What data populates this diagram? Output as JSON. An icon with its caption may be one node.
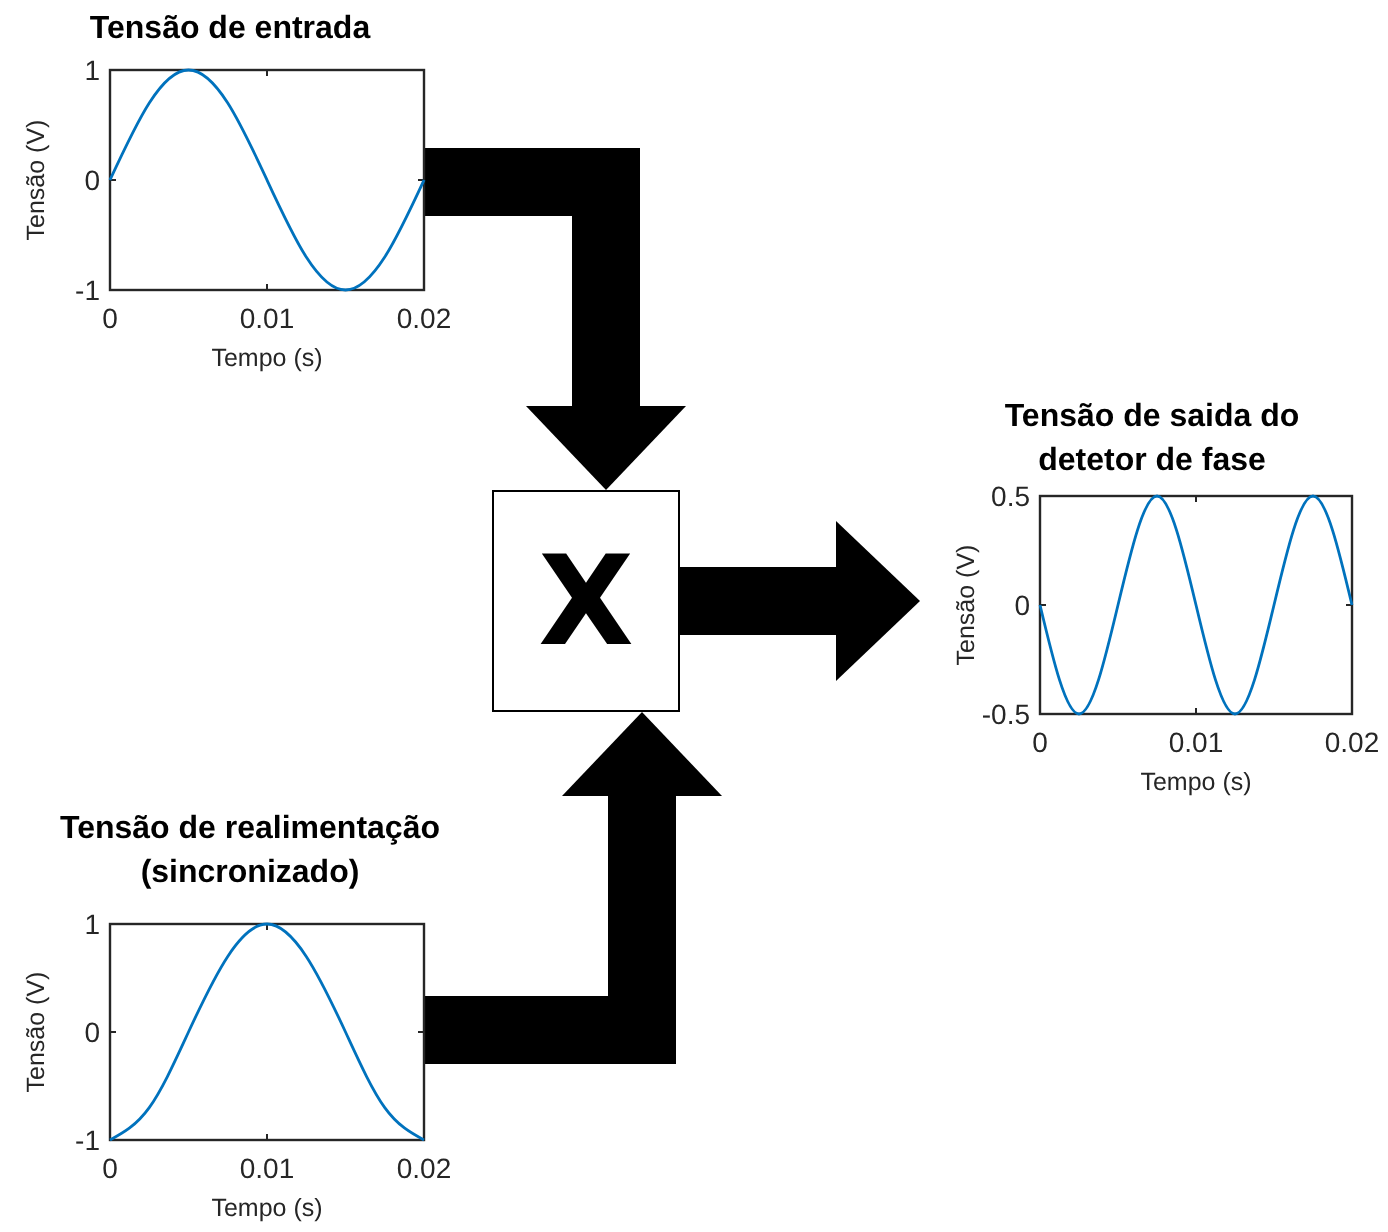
{
  "diagram": {
    "nodes": [
      {
        "text": [
          "Tensão de entrada"
        ]
      },
      {
        "text": [
          "X"
        ]
      },
      {
        "text": [
          "Tensão de saida do detetor de fase"
        ]
      },
      {
        "text": [
          "Tensão de realimentação (sincronizado)"
        ]
      }
    ],
    "edges": [
      {
        "from": 0,
        "to": 1,
        "arrow": "to"
      },
      {
        "from": 3,
        "to": 1,
        "arrow": "to"
      },
      {
        "from": 1,
        "to": 2,
        "arrow": "to"
      }
    ],
    "chart_data": [
      {
        "type": "line",
        "xlabel": "Tempo (s)",
        "ylabel": "Tensão (V)",
        "x": [
          0,
          0.0025,
          0.005,
          0.0075,
          0.01,
          0.0125,
          0.015,
          0.0175,
          0.02
        ],
        "series": [
          {
            "color": "#0072bd",
            "values": [
              0,
              0.7,
              1,
              0.7,
              0,
              -0.7,
              -1,
              -0.7,
              0
            ]
          }
        ],
        "xlim": [
          0,
          0.02
        ],
        "ylim": [
          -1,
          1
        ],
        "xticks": [
          0,
          0.01,
          0.02
        ],
        "yticks": [
          -1,
          0,
          1
        ]
      },
      {
        "type": "line",
        "xlabel": "Tempo (s)",
        "ylabel": "Tensão (V)",
        "x": [
          0,
          0.0025,
          0.005,
          0.0075,
          0.01,
          0.0125,
          0.015,
          0.0175,
          0.02
        ],
        "series": [
          {
            "color": "#0072bd",
            "values": [
              0,
              -0.5,
              0,
              0.5,
              0,
              -0.5,
              0,
              0.5,
              0
            ]
          }
        ],
        "xlim": [
          0,
          0.02
        ],
        "ylim": [
          -0.5,
          0.5
        ],
        "xticks": [
          0,
          0.01,
          0.02
        ],
        "yticks": [
          -0.5,
          0,
          0.5
        ]
      },
      {
        "type": "line",
        "xlabel": "Tempo (s)",
        "ylabel": "Tensão (V)",
        "x": [
          0,
          0.0025,
          0.005,
          0.0075,
          0.01,
          0.0125,
          0.015,
          0.0175,
          0.02
        ],
        "series": [
          {
            "color": "#0072bd",
            "values": [
              -1,
              -0.7,
              0,
              0.7,
              1,
              0.7,
              0,
              -0.7,
              -1
            ]
          }
        ],
        "xlim": [
          0,
          0.02
        ],
        "ylim": [
          -1,
          1
        ],
        "xticks": [
          0,
          0.01,
          0.02
        ],
        "yticks": [
          -1,
          0,
          1
        ]
      }
    ]
  }
}
